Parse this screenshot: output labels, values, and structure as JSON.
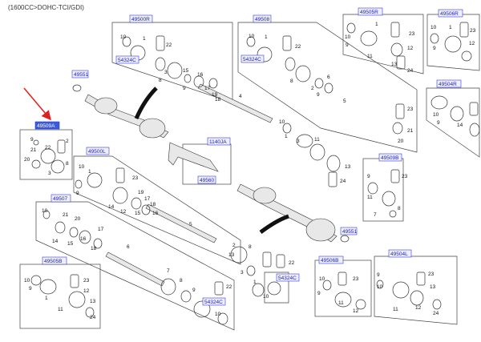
{
  "header": {
    "engine_label": "(1600CC>DOHC-TCI/GDI)"
  },
  "colors": {
    "ref_text": "#1a1aa8",
    "ref_fill": "#eef0ff",
    "highlight": "#3b5bdb",
    "arrow": "#e02020"
  },
  "refs": {
    "r49500R": "49500R",
    "r49508": "49508",
    "r49505R": "49505R",
    "r49506R": "49506R",
    "r49551": "49551",
    "r49504R": "49504R",
    "r49509A": "49509A",
    "r49500L": "49500L",
    "r1140JA": "1140JA",
    "r49560": "49560",
    "r49509B": "49509B",
    "r49507": "49507",
    "r49505B": "49505B",
    "r54324C_a": "54324C",
    "r54324C_b": "54324C",
    "r54324C_c": "54324C",
    "r54324C_d": "54324C",
    "r49506B": "49506B",
    "r49504L": "49504L",
    "r49551b": "49551"
  },
  "nums": {
    "n1": "1",
    "n2": "2",
    "n3": "3",
    "n4": "4",
    "n5": "5",
    "n6": "6",
    "n7": "7",
    "n8": "8",
    "n9": "9",
    "n10": "10",
    "n11": "11",
    "n12": "12",
    "n13": "13",
    "n14": "14",
    "n15": "15",
    "n16": "16",
    "n17": "17",
    "n18": "18",
    "n19": "19",
    "n20": "20",
    "n21": "21",
    "n22": "22",
    "n23": "23",
    "n24": "24"
  }
}
